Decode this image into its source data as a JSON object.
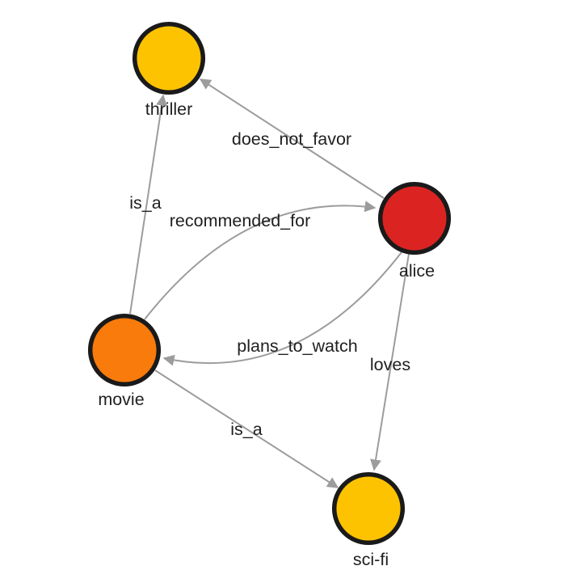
{
  "graph": {
    "style": {
      "background_color": "#ffffff",
      "edge_color": "#9c9c9c",
      "node_border_color": "#1a1a1a",
      "label_color": "#1f1f1f"
    },
    "nodes": [
      {
        "id": "thriller",
        "label": "thriller",
        "color": "#fdc300",
        "type": "genre"
      },
      {
        "id": "alice",
        "label": "alice",
        "color": "#db2422",
        "type": "person"
      },
      {
        "id": "movie",
        "label": "movie",
        "color": "#f97b0b",
        "type": "class"
      },
      {
        "id": "sci-fi",
        "label": "sci-fi",
        "color": "#fdc300",
        "type": "genre"
      }
    ],
    "edges": [
      {
        "from": "alice",
        "to": "thriller",
        "label": "does_not_favor"
      },
      {
        "from": "movie",
        "to": "thriller",
        "label": "is_a"
      },
      {
        "from": "movie",
        "to": "alice",
        "label": "recommended_for"
      },
      {
        "from": "alice",
        "to": "movie",
        "label": "plans_to_watch"
      },
      {
        "from": "alice",
        "to": "sci-fi",
        "label": "loves"
      },
      {
        "from": "movie",
        "to": "sci-fi",
        "label": "is_a"
      }
    ]
  }
}
